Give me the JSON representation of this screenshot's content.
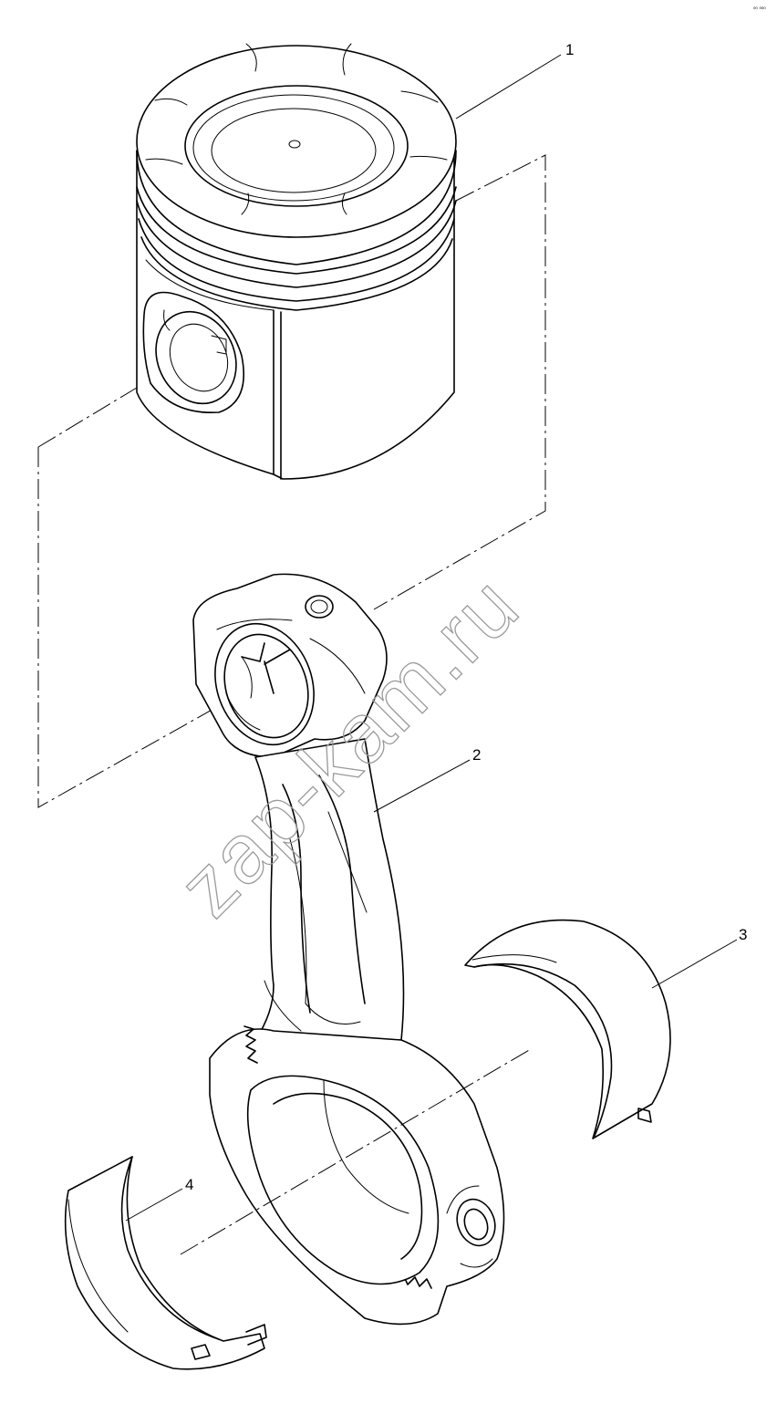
{
  "drawing_code": "⁰⁰ ⁰⁰⁰",
  "watermark": "zap-kam.ru",
  "callouts": [
    {
      "id": "1",
      "label": "1"
    },
    {
      "id": "2",
      "label": "2"
    },
    {
      "id": "3",
      "label": "3"
    },
    {
      "id": "4",
      "label": "4"
    }
  ]
}
